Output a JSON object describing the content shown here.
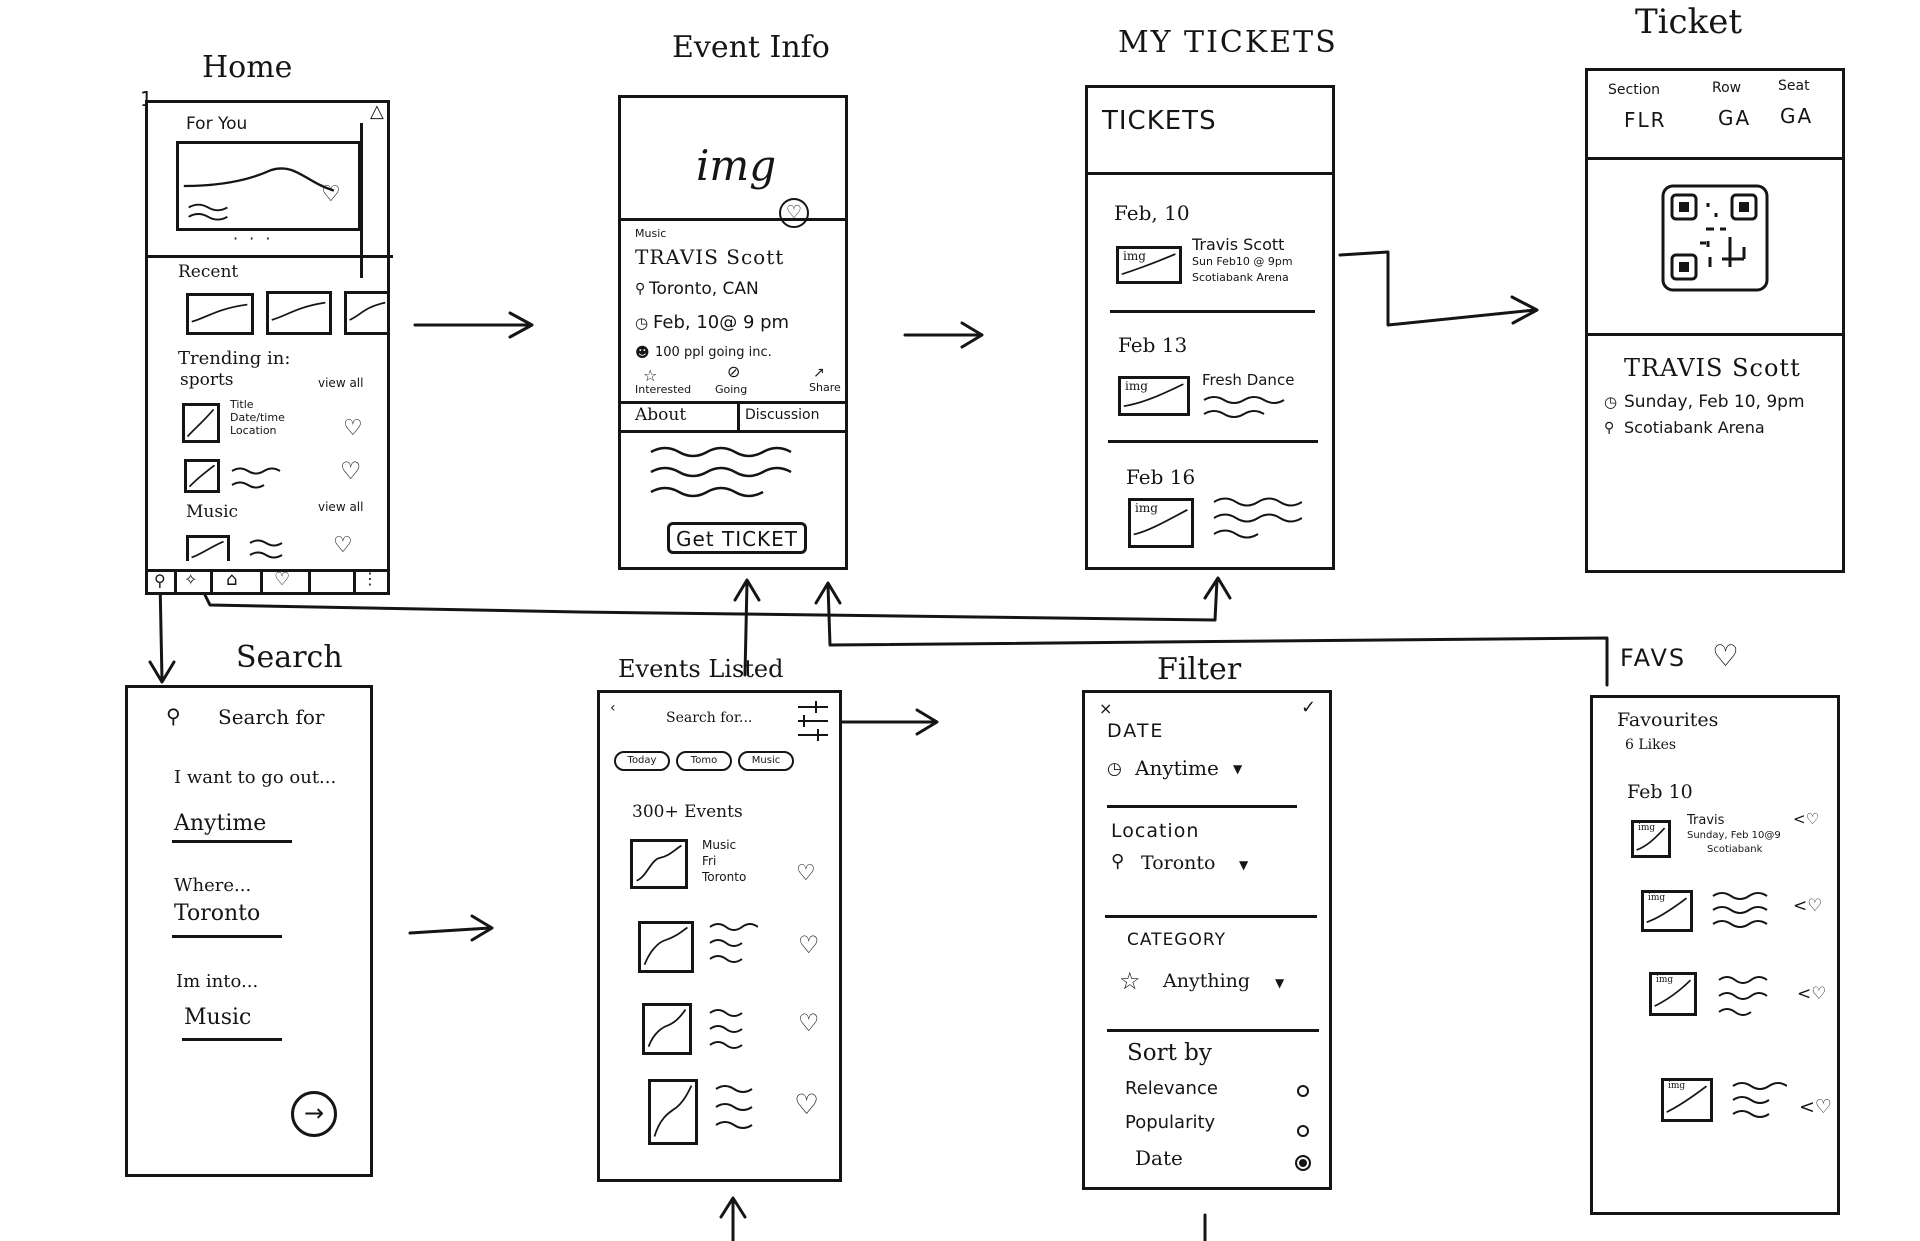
{
  "screens": {
    "home": {
      "title": "Home",
      "number": "1",
      "for_you": "For You",
      "recent": "Recent",
      "trending": "Trending in:",
      "trending_sub": "sports",
      "view_all_1": "view all",
      "item1_line1": "Title",
      "item1_line2": "Date/time",
      "item1_line3": "Location",
      "music": "Music",
      "view_all_2": "view all"
    },
    "event_info": {
      "title": "Event Info",
      "img": "img",
      "category": "Music",
      "artist": "TRAVIS Scott",
      "location": "Toronto, CAN",
      "datetime": "Feb, 10@ 9 pm",
      "going": "100 ppl going inc.",
      "interested": "Interested",
      "going_label": "Going",
      "share": "Share",
      "tab_about": "About",
      "tab_discussion": "Discussion",
      "get_ticket": "Get TICKET"
    },
    "my_tickets": {
      "title": "MY TICKETS",
      "header": "TICKETS",
      "t1_date": "Feb, 10",
      "t1_line1": "Travis Scott",
      "t1_line2": "Sun Feb10 @ 9pm",
      "t1_line3": "Scotiabank Arena",
      "t2_date": "Feb 13",
      "t2_line1": "Fresh Dance",
      "t3_date": "Feb 16",
      "img": "img"
    },
    "ticket": {
      "title": "Ticket",
      "section_label": "Section",
      "row_label": "Row",
      "seat_label": "Seat",
      "section": "FLR",
      "row": "GA",
      "seat": "GA",
      "artist": "TRAVIS Scott",
      "datetime": "Sunday, Feb 10, 9pm",
      "venue": "Scotiabank Arena"
    },
    "search": {
      "title": "Search",
      "search_for": "Search for",
      "want_to_go": "I want to go out...",
      "when": "Anytime",
      "where_label": "Where...",
      "where": "Toronto",
      "into_label": "Im into...",
      "into": "Music"
    },
    "events_listed": {
      "title": "Events Listed",
      "search_placeholder": "Search for...",
      "chip1": "Today",
      "chip2": "Tomo",
      "chip3": "Music",
      "count": "300+ Events",
      "e1_line1": "Music",
      "e1_line2": "Fri",
      "e1_line3": "Toronto"
    },
    "filter": {
      "title": "Filter",
      "close": "×",
      "check": "✓",
      "date_label": "DATE",
      "date_value": "Anytime",
      "location_label": "Location",
      "location_value": "Toronto",
      "category_label": "CATEGORY",
      "category_value": "Anything",
      "sort_label": "Sort by",
      "sort1": "Relevance",
      "sort2": "Popularity",
      "sort3": "Date"
    },
    "favs": {
      "title": "FAVS",
      "header": "Favourites",
      "likes": "6 Likes",
      "date": "Feb 10",
      "f1_line1": "Travis",
      "f1_line2": "Sunday, Feb 10@9",
      "f1_line3": "Scotiabank",
      "img": "img"
    }
  }
}
